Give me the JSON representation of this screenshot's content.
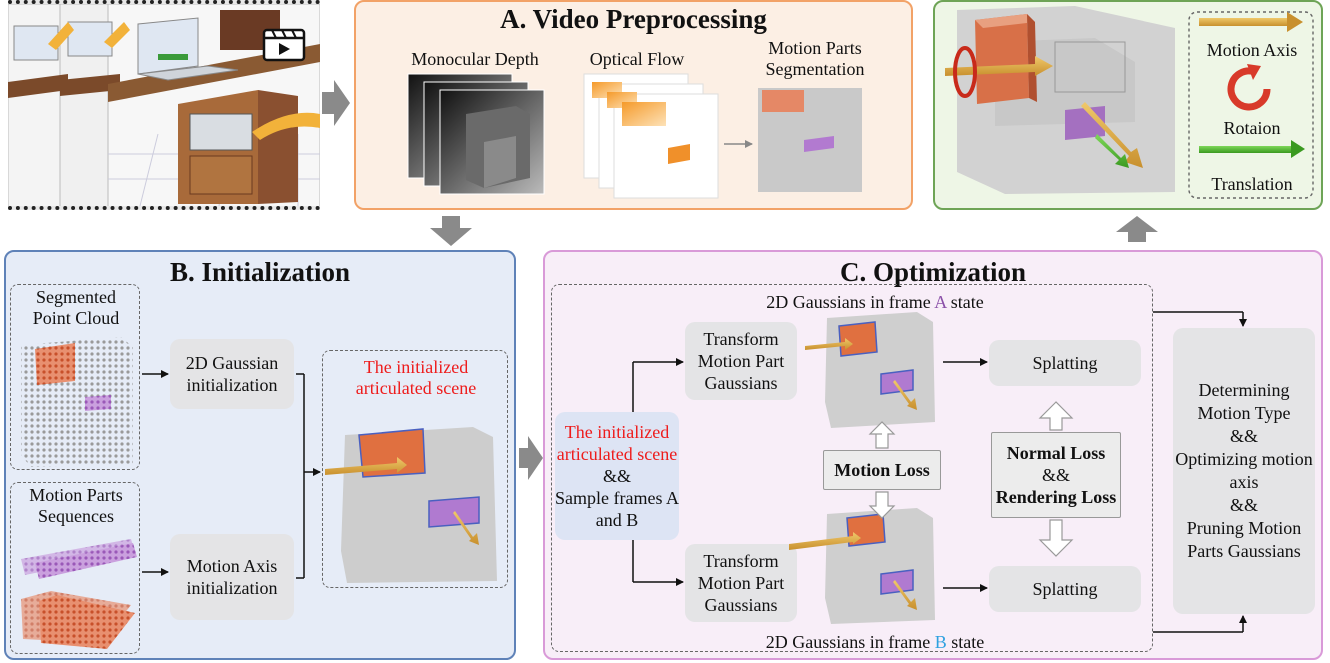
{
  "panel_a": {
    "title": "A. Video Preprocessing",
    "depth_label": "Monocular Depth",
    "flow_label": "Optical Flow",
    "seg_label": "Motion Parts Segmentation"
  },
  "panel_b": {
    "title": "B. Initialization",
    "seg_cloud_label": "Segmented Point Cloud",
    "seq_label": "Motion Parts Sequences",
    "gauss_init_label": "2D Gaussian initialization",
    "axis_init_label": "Motion Axis initialization",
    "scene_label": "The initialized articulated scene"
  },
  "panel_c": {
    "title": "C. Optimization",
    "frame_a_prefix": "2D Gaussians in frame ",
    "frame_a_letter": "A",
    "frame_a_suffix": " state",
    "frame_b_prefix": "2D Gaussians in frame ",
    "frame_b_letter": "B",
    "frame_b_suffix": " state",
    "input_line1": "The initialized articulated scene",
    "input_and": "&&",
    "input_line2": "Sample frames A and B",
    "transform_top": "Transform Motion Part Gaussians",
    "transform_bottom": "Transform Motion Part Gaussians",
    "splat_top": "Splatting",
    "splat_bottom": "Splatting",
    "motion_loss": "Motion Loss",
    "normal_loss": "Normal Loss",
    "loss_and": "&&",
    "rendering_loss": "Rendering Loss",
    "right_box": {
      "line1": "Determining Motion Type",
      "and1": "&&",
      "line2": "Optimizing motion axis",
      "and2": "&&",
      "line3": "Pruning Motion Parts Gaussians"
    }
  },
  "result_legend": {
    "motion_axis": "Motion Axis",
    "rotation": "Rotaion",
    "translation": "Translation"
  },
  "colors": {
    "panel_a_border": "#f2a267",
    "panel_a_fill": "#fcefe4",
    "panel_b_border": "#5f82b8",
    "panel_b_fill": "#e6ecf7",
    "panel_c_border": "#d99ad8",
    "panel_c_fill": "#f8eef8",
    "result_border": "#6ea456",
    "result_fill": "#eef6e6",
    "motion_part_orange": "#d9623a",
    "motion_part_purple": "#a470c0",
    "axis_gold": "#d9a845",
    "rotation_red": "#d83a2a",
    "translation_green": "#4caf2a"
  },
  "icons": [
    "video-clip-icon",
    "rotation-arrow-icon",
    "translation-arrow-icon",
    "motion-axis-arrow-icon"
  ]
}
